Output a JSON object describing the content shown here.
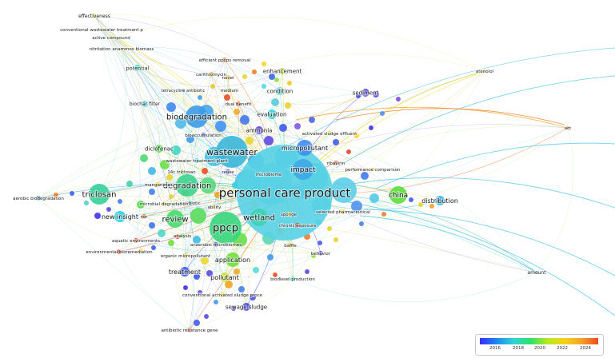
{
  "legend": {
    "ticks": [
      "2016",
      "2018",
      "2020",
      "2022",
      "2024"
    ],
    "colors": [
      "#3a2cf5",
      "#1e88f0",
      "#2fd4d6",
      "#2de06a",
      "#b8e820",
      "#f5d21a",
      "#f4a32a",
      "#ee4a1e"
    ]
  },
  "keywords": [
    {
      "id": "personal-care-product",
      "label": "personal care product",
      "color": "#58d2e4"
    },
    {
      "id": "ppcp",
      "label": "ppcp",
      "color": "#36d67c"
    },
    {
      "id": "wastewater",
      "label": "wastewater",
      "color": "#3ab6d8"
    },
    {
      "id": "degradation",
      "label": "degradation",
      "color": "#3bd48e"
    },
    {
      "id": "biodegradation",
      "label": "biodegradation",
      "color": "#3c9be8"
    },
    {
      "id": "triclosan",
      "label": "triclosan",
      "color": "#38cf9a"
    },
    {
      "id": "review",
      "label": "review",
      "color": "#46db6c"
    },
    {
      "id": "wetland",
      "label": "wetland",
      "color": "#3dd1b4"
    },
    {
      "id": "china",
      "label": "china",
      "color": "#5cde3a"
    },
    {
      "id": "impact",
      "label": "impact",
      "color": "#3ea7e6"
    },
    {
      "id": "micropollutant",
      "label": "micropollutant",
      "color": "#3c8ef0"
    },
    {
      "id": "application",
      "label": "application",
      "color": "#6fe03e"
    },
    {
      "id": "new-insight",
      "label": "new insight",
      "color": "#2fd0e0"
    },
    {
      "id": "distribution",
      "label": "distribution",
      "color": "#3fb0e8"
    },
    {
      "id": "treatment",
      "label": "treatment",
      "color": "#3a58f0"
    },
    {
      "id": "pollutant",
      "label": "pollutant",
      "color": "#c9e232"
    },
    {
      "id": "sewage-sludge",
      "label": "sewage sludge",
      "color": "#4a4be6"
    },
    {
      "id": "ammonia",
      "label": "ammonia",
      "color": "#5c44e0"
    },
    {
      "id": "evaluation",
      "label": "evaluation",
      "color": "#34d8d8"
    },
    {
      "id": "diclofenac",
      "label": "diclofenac",
      "color": "#4fdc46"
    },
    {
      "id": "sediment",
      "label": "sediment",
      "color": "#5a40dc"
    },
    {
      "id": "condition",
      "label": "condition",
      "color": "#5bd8e6"
    },
    {
      "id": "enhancement",
      "label": "enhancement",
      "color": "#b4e232"
    },
    {
      "id": "potential",
      "label": "potential",
      "color": "#3de0d0"
    },
    {
      "id": "biochar-filter",
      "label": "biochar filter",
      "color": "#4ad8e4"
    },
    {
      "id": "effectiveness",
      "label": "effectiveness",
      "color": "#e8c21c"
    },
    {
      "id": "conventional-wastewater-treatment-p",
      "label": "conventional wastewater treatment p",
      "color": "#f0d41c"
    },
    {
      "id": "active-compound",
      "label": "active compound",
      "color": "#f4d81a"
    },
    {
      "id": "nitritation-anammox-biomass",
      "label": "nitritation anammox biomass",
      "color": "#f0d81c"
    },
    {
      "id": "efficient-ppcps-removal",
      "label": "efficient ppcps removal",
      "color": "#f07a22"
    },
    {
      "id": "carithromycin",
      "label": "carithromycin",
      "color": "#f2a82a"
    },
    {
      "id": "novel",
      "label": "novel",
      "color": "#f2b82a"
    },
    {
      "id": "tetracycline-antibiotic",
      "label": "tetracycline antibiotic",
      "color": "#4ac8e4"
    },
    {
      "id": "medium",
      "label": "medium",
      "color": "#f0d41c"
    },
    {
      "id": "dual-benefit",
      "label": "dual benefit",
      "color": "#e85a22"
    },
    {
      "id": "bioaccumulation",
      "label": "bioaccumulation",
      "color": "#5464e0"
    },
    {
      "id": "activated-sludge-effluent",
      "label": "activated sludge effluent",
      "color": "#e6e43a"
    },
    {
      "id": "wastewater-treatment-plant",
      "label": "wastewater treatment plant",
      "color": "#3cc9d8"
    },
    {
      "id": "14c-triclosan",
      "label": "14c triclosan",
      "color": "#8fe23a"
    },
    {
      "id": "reuse",
      "label": "reuse",
      "color": "#5e48e0"
    },
    {
      "id": "microbiome",
      "label": "microbiome",
      "color": "#3ab4e6"
    },
    {
      "id": "ribavirin",
      "label": "ribavirin",
      "color": "#e0462a"
    },
    {
      "id": "performance-comparison",
      "label": "performance comparison",
      "color": "#f2d41c"
    },
    {
      "id": "manganese",
      "label": "manganese",
      "color": "#f2d41c"
    },
    {
      "id": "antibiotic",
      "label": "antibiotic",
      "color": "#3ed2a8"
    },
    {
      "id": "ability",
      "label": "ability",
      "color": "#e8d62a"
    },
    {
      "id": "microbial-degradation",
      "label": "microbial degradation",
      "color": "#e8d62a"
    },
    {
      "id": "nor",
      "label": "nor",
      "color": "#f26a24"
    },
    {
      "id": "sponge",
      "label": "sponge",
      "color": "#f2d41c"
    },
    {
      "id": "selected-pharmaceutical",
      "label": "selected pharmaceutical",
      "color": "#f2d41c"
    },
    {
      "id": "chronic-exposure",
      "label": "chronic exposure",
      "color": "#e2462a"
    },
    {
      "id": "aerobic-biodegradation",
      "label": "aerobic biodegradation",
      "color": "#3a86ea"
    },
    {
      "id": "analysis",
      "label": "analysis",
      "color": "#5fd440"
    },
    {
      "id": "aquatic-environments",
      "label": "aquatic environments",
      "color": "#e2462a"
    },
    {
      "id": "anaerobic-bioreactor",
      "label": "anaerobic microbiomes",
      "color": "#3a58f0"
    },
    {
      "id": "environmental-bioremediation",
      "label": "environmental bioremediation",
      "color": "#e2462a"
    },
    {
      "id": "organic-micropollutant",
      "label": "organic micropollutant",
      "color": "#f2b82a"
    },
    {
      "id": "baffle",
      "label": "baffle",
      "color": "#e6d42a"
    },
    {
      "id": "behavior",
      "label": "behavior",
      "color": "#5a44dc"
    },
    {
      "id": "biodiesel-production",
      "label": "biodiesel production",
      "color": "#3ee0c8"
    },
    {
      "id": "conventional-activated-sludge-proce",
      "label": "conventional activated sludge proce",
      "color": "#f0d41c"
    },
    {
      "id": "antibiotic-resistance-gene",
      "label": "antibiotic resistance gene",
      "color": "#e25a2a"
    },
    {
      "id": "atenolol",
      "label": "atenolol",
      "color": "#f2d41c"
    },
    {
      "id": "act",
      "label": "act",
      "color": "#ee6a24"
    },
    {
      "id": "amount",
      "label": "amount",
      "color": "#3ab4e6"
    }
  ]
}
